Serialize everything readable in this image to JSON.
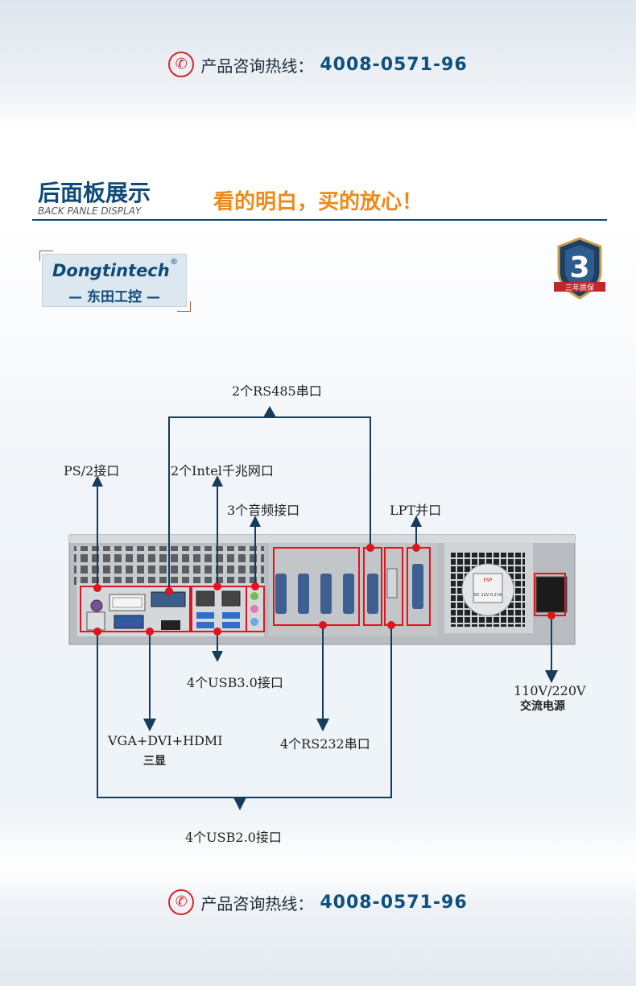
{
  "hotline": {
    "label": "产品咨询热线：",
    "number": "4008-0571-96",
    "icon": "phone-icon"
  },
  "section": {
    "title_cn": "后面板展示",
    "title_en": "BACK PANLE DISPLAY",
    "slogan": "看的明白，买的放心！"
  },
  "logo": {
    "brand": "Dongtintech",
    "reg": "®",
    "cn": "— 东田工控 —"
  },
  "badge": {
    "digit": "3",
    "ribbon": "三年质保"
  },
  "labels": {
    "rs485": "2个RS485串口",
    "ps2": "PS/2接口",
    "intel_lan": "2个Intel千兆网口",
    "audio": "3个音频接口",
    "lpt": "LPT并口",
    "usb30": "4个USB3.0接口",
    "vga_dvi_hdmi": "VGA+DVI+HDMI",
    "tri_display": "三显",
    "rs232": "4个RS232串口",
    "power_voltage": "110V/220V",
    "power_ac": "交流电源",
    "usb20": "4个USB2.0接口"
  },
  "psu_sticker": {
    "brand": "FSP",
    "rating": "DC 12V 0.27A"
  },
  "colors": {
    "accent_blue": "#0d4f7e",
    "marker_red": "#e0141e",
    "slogan_orange": "#ee8a1a",
    "arrow_navy": "#163c5c"
  }
}
